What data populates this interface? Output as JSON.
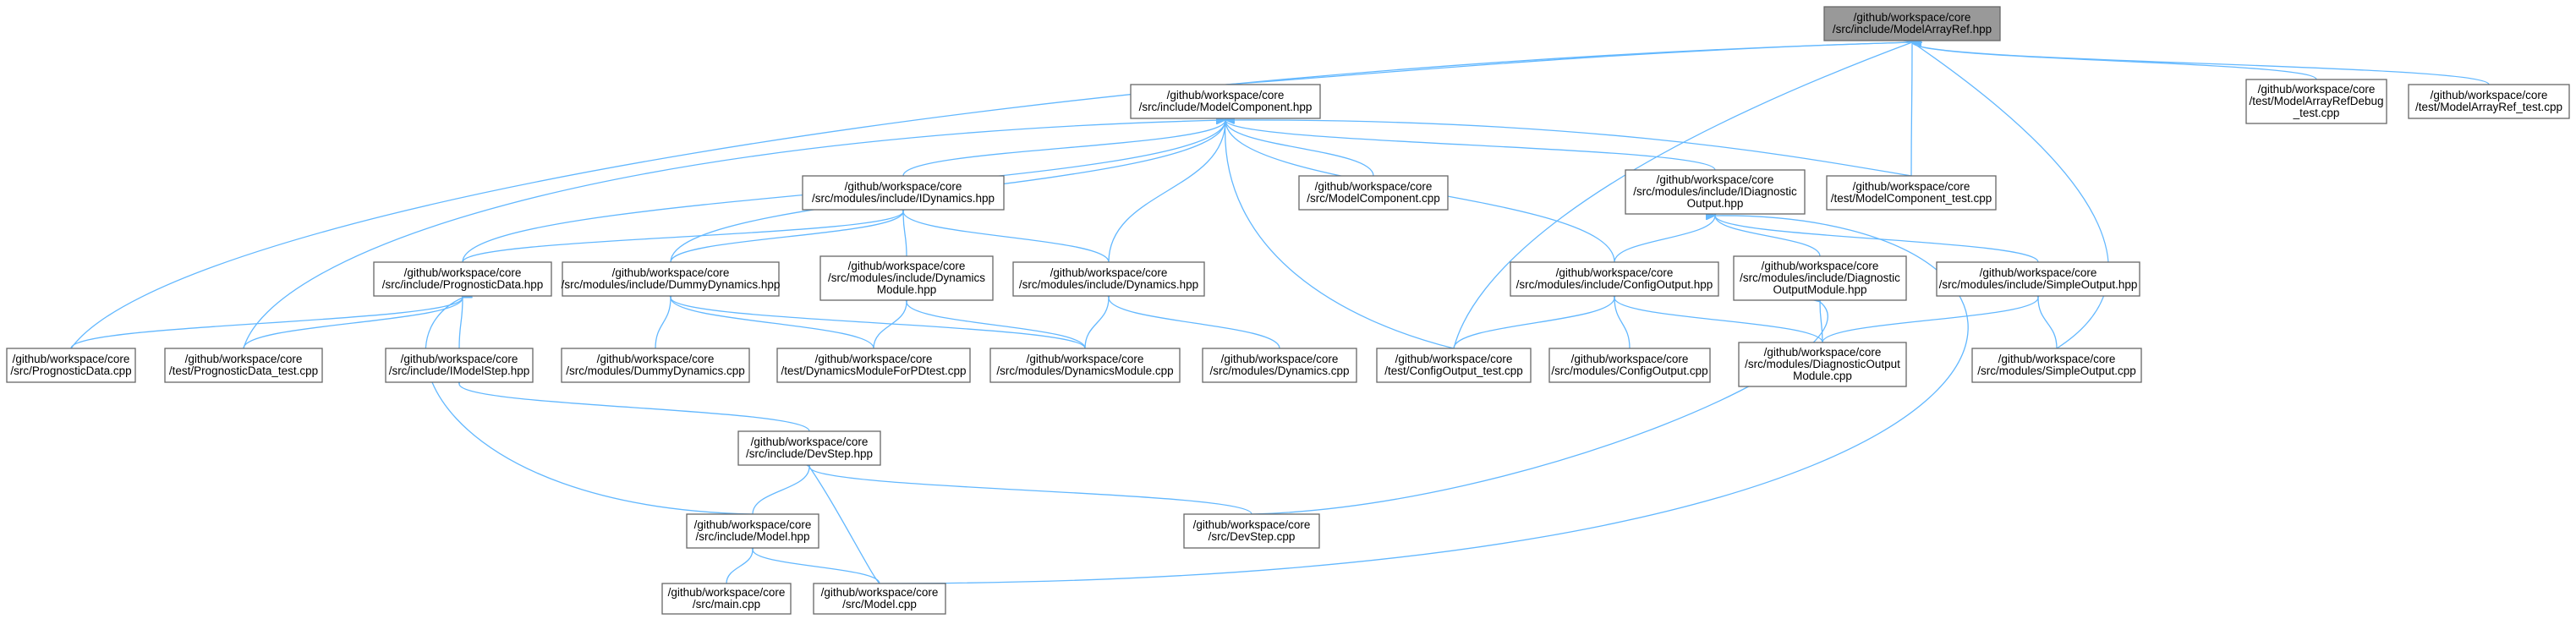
{
  "graph": {
    "type": "include-dependency-graph",
    "colors": {
      "edge": "#63b8ff",
      "root_fill": "#999999",
      "node_fill": "#ffffff",
      "border": "#666666"
    },
    "nodes": [
      {
        "id": "modelarrayref_hpp",
        "root": true,
        "lines": [
          "/github/workspace/core",
          "/src/include/ModelArrayRef.hpp"
        ]
      },
      {
        "id": "modelcomponent_hpp",
        "lines": [
          "/github/workspace/core",
          "/src/include/ModelComponent.hpp"
        ]
      },
      {
        "id": "modelarrayrefdebug_test",
        "lines": [
          "/github/workspace/core",
          "/test/ModelArrayRefDebug",
          "_test.cpp"
        ]
      },
      {
        "id": "modelarrayref_test",
        "lines": [
          "/github/workspace/core",
          "/test/ModelArrayRef_test.cpp"
        ]
      },
      {
        "id": "idynamics_hpp",
        "lines": [
          "/github/workspace/core",
          "/src/modules/include/IDynamics.hpp"
        ]
      },
      {
        "id": "modelcomponent_cpp",
        "lines": [
          "/github/workspace/core",
          "/src/ModelComponent.cpp"
        ]
      },
      {
        "id": "idiagnosticoutput_hpp",
        "lines": [
          "/github/workspace/core",
          "/src/modules/include/IDiagnostic",
          "Output.hpp"
        ]
      },
      {
        "id": "modelcomponent_test",
        "lines": [
          "/github/workspace/core",
          "/test/ModelComponent_test.cpp"
        ]
      },
      {
        "id": "prognosticdata_hpp",
        "lines": [
          "/github/workspace/core",
          "/src/include/PrognosticData.hpp"
        ]
      },
      {
        "id": "dummydynamics_hpp",
        "lines": [
          "/github/workspace/core",
          "/src/modules/include/DummyDynamics.hpp"
        ]
      },
      {
        "id": "dynamicsmodule_hpp",
        "lines": [
          "/github/workspace/core",
          "/src/modules/include/Dynamics",
          "Module.hpp"
        ]
      },
      {
        "id": "dynamics_hpp",
        "lines": [
          "/github/workspace/core",
          "/src/modules/include/Dynamics.hpp"
        ]
      },
      {
        "id": "configoutput_hpp",
        "lines": [
          "/github/workspace/core",
          "/src/modules/include/ConfigOutput.hpp"
        ]
      },
      {
        "id": "diagnosticoutputmodule_hpp",
        "lines": [
          "/github/workspace/core",
          "/src/modules/include/Diagnostic",
          "OutputModule.hpp"
        ]
      },
      {
        "id": "simpleoutput_hpp",
        "lines": [
          "/github/workspace/core",
          "/src/modules/include/SimpleOutput.hpp"
        ]
      },
      {
        "id": "prognosticdata_cpp",
        "lines": [
          "/github/workspace/core",
          "/src/PrognosticData.cpp"
        ]
      },
      {
        "id": "prognosticdata_test",
        "lines": [
          "/github/workspace/core",
          "/test/PrognosticData_test.cpp"
        ]
      },
      {
        "id": "imodelstep_hpp",
        "lines": [
          "/github/workspace/core",
          "/src/include/IModelStep.hpp"
        ]
      },
      {
        "id": "dummydynamics_cpp",
        "lines": [
          "/github/workspace/core",
          "/src/modules/DummyDynamics.cpp"
        ]
      },
      {
        "id": "dynamicsmoduleforpdtest",
        "lines": [
          "/github/workspace/core",
          "/test/DynamicsModuleForPDtest.cpp"
        ]
      },
      {
        "id": "dynamicsmodule_cpp",
        "lines": [
          "/github/workspace/core",
          "/src/modules/DynamicsModule.cpp"
        ]
      },
      {
        "id": "dynamics_cpp",
        "lines": [
          "/github/workspace/core",
          "/src/modules/Dynamics.cpp"
        ]
      },
      {
        "id": "configoutput_test",
        "lines": [
          "/github/workspace/core",
          "/test/ConfigOutput_test.cpp"
        ]
      },
      {
        "id": "configoutput_cpp",
        "lines": [
          "/github/workspace/core",
          "/src/modules/ConfigOutput.cpp"
        ]
      },
      {
        "id": "diagnosticoutputmodule_cpp",
        "lines": [
          "/github/workspace/core",
          "/src/modules/DiagnosticOutput",
          "Module.cpp"
        ]
      },
      {
        "id": "simpleoutput_cpp",
        "lines": [
          "/github/workspace/core",
          "/src/modules/SimpleOutput.cpp"
        ]
      },
      {
        "id": "devstep_hpp",
        "lines": [
          "/github/workspace/core",
          "/src/include/DevStep.hpp"
        ]
      },
      {
        "id": "model_hpp",
        "lines": [
          "/github/workspace/core",
          "/src/include/Model.hpp"
        ]
      },
      {
        "id": "devstep_cpp",
        "lines": [
          "/github/workspace/core",
          "/src/DevStep.cpp"
        ]
      },
      {
        "id": "main_cpp",
        "lines": [
          "/github/workspace/core",
          "/src/main.cpp"
        ]
      },
      {
        "id": "model_cpp",
        "lines": [
          "/github/workspace/core",
          "/src/Model.cpp"
        ]
      }
    ],
    "edges": [
      [
        "modelarrayref_hpp",
        "modelcomponent_hpp"
      ],
      [
        "modelarrayref_hpp",
        "modelarrayrefdebug_test"
      ],
      [
        "modelarrayref_hpp",
        "modelarrayref_test"
      ],
      [
        "modelarrayref_hpp",
        "modelcomponent_test"
      ],
      [
        "modelarrayref_hpp",
        "prognosticdata_cpp"
      ],
      [
        "modelarrayref_hpp",
        "configoutput_test"
      ],
      [
        "modelarrayref_hpp",
        "simpleoutput_cpp"
      ],
      [
        "modelcomponent_hpp",
        "idynamics_hpp"
      ],
      [
        "modelcomponent_hpp",
        "modelcomponent_cpp"
      ],
      [
        "modelcomponent_hpp",
        "idiagnosticoutput_hpp"
      ],
      [
        "modelcomponent_hpp",
        "modelcomponent_test"
      ],
      [
        "modelcomponent_hpp",
        "prognosticdata_hpp"
      ],
      [
        "modelcomponent_hpp",
        "dummydynamics_hpp"
      ],
      [
        "modelcomponent_hpp",
        "dynamics_hpp"
      ],
      [
        "modelcomponent_hpp",
        "configoutput_hpp"
      ],
      [
        "modelcomponent_hpp",
        "prognosticdata_test"
      ],
      [
        "modelcomponent_hpp",
        "configoutput_test"
      ],
      [
        "idynamics_hpp",
        "prognosticdata_hpp"
      ],
      [
        "idynamics_hpp",
        "dummydynamics_hpp"
      ],
      [
        "idynamics_hpp",
        "dynamicsmodule_hpp"
      ],
      [
        "idynamics_hpp",
        "dynamics_hpp"
      ],
      [
        "idiagnosticoutput_hpp",
        "configoutput_hpp"
      ],
      [
        "idiagnosticoutput_hpp",
        "diagnosticoutputmodule_hpp"
      ],
      [
        "idiagnosticoutput_hpp",
        "simpleoutput_hpp"
      ],
      [
        "idiagnosticoutput_hpp",
        "model_cpp"
      ],
      [
        "prognosticdata_hpp",
        "prognosticdata_cpp"
      ],
      [
        "prognosticdata_hpp",
        "prognosticdata_test"
      ],
      [
        "prognosticdata_hpp",
        "imodelstep_hpp"
      ],
      [
        "prognosticdata_hpp",
        "model_hpp"
      ],
      [
        "dummydynamics_hpp",
        "dummydynamics_cpp"
      ],
      [
        "dummydynamics_hpp",
        "dynamicsmoduleforpdtest"
      ],
      [
        "dummydynamics_hpp",
        "dynamicsmodule_cpp"
      ],
      [
        "dynamicsmodule_hpp",
        "dynamicsmoduleforpdtest"
      ],
      [
        "dynamicsmodule_hpp",
        "dynamicsmodule_cpp"
      ],
      [
        "dynamics_hpp",
        "dynamicsmodule_cpp"
      ],
      [
        "dynamics_hpp",
        "dynamics_cpp"
      ],
      [
        "configoutput_hpp",
        "configoutput_test"
      ],
      [
        "configoutput_hpp",
        "configoutput_cpp"
      ],
      [
        "configoutput_hpp",
        "diagnosticoutputmodule_cpp"
      ],
      [
        "diagnosticoutputmodule_hpp",
        "diagnosticoutputmodule_cpp"
      ],
      [
        "diagnosticoutputmodule_hpp",
        "devstep_cpp"
      ],
      [
        "simpleoutput_hpp",
        "diagnosticoutputmodule_cpp"
      ],
      [
        "simpleoutput_hpp",
        "simpleoutput_cpp"
      ],
      [
        "imodelstep_hpp",
        "devstep_hpp"
      ],
      [
        "devstep_hpp",
        "model_hpp"
      ],
      [
        "devstep_hpp",
        "devstep_cpp"
      ],
      [
        "devstep_hpp",
        "model_cpp"
      ],
      [
        "model_hpp",
        "main_cpp"
      ],
      [
        "model_hpp",
        "model_cpp"
      ]
    ]
  }
}
